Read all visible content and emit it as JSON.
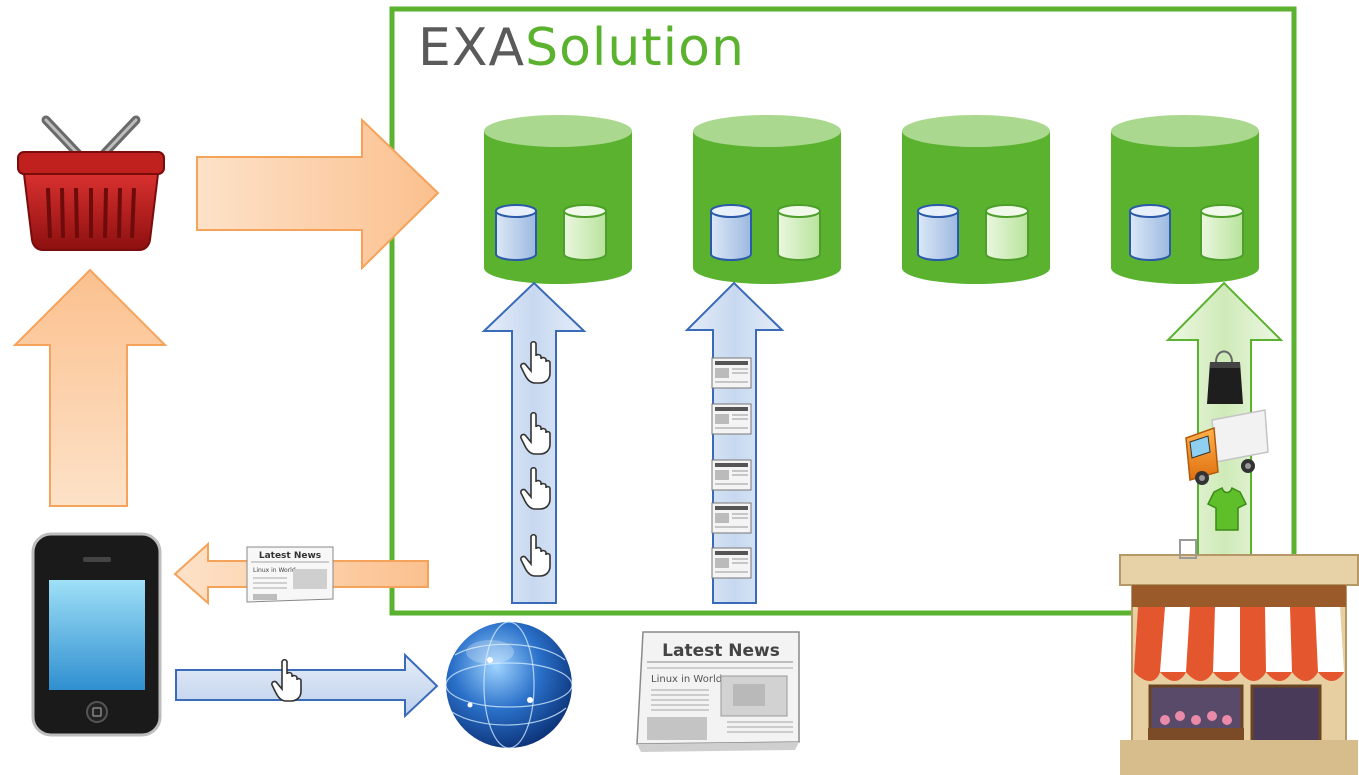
{
  "brand": {
    "prefix": "EXA",
    "suffix": "Solution"
  },
  "colors": {
    "frame": "#5ab22f",
    "db_green": "#5ab22f",
    "db_top": "#a9d88e",
    "arrow_orange": "#fbc99a",
    "arrow_blue": "#c9d9f0",
    "arrow_green": "#d9efc6",
    "basket_red": "#b31a1a"
  },
  "news": {
    "headline": "Latest News",
    "section": "Linux in World",
    "small_headline": "Latest News",
    "small_section": "Linux in World",
    "strip_headline": "Latest News"
  },
  "icons": [
    "shopping-basket-icon",
    "smartphone-icon",
    "globe-icon",
    "newspaper-icon",
    "storefront-icon",
    "pointer-hand-icon",
    "shopping-bag-icon",
    "delivery-truck-icon",
    "shirt-icon"
  ]
}
